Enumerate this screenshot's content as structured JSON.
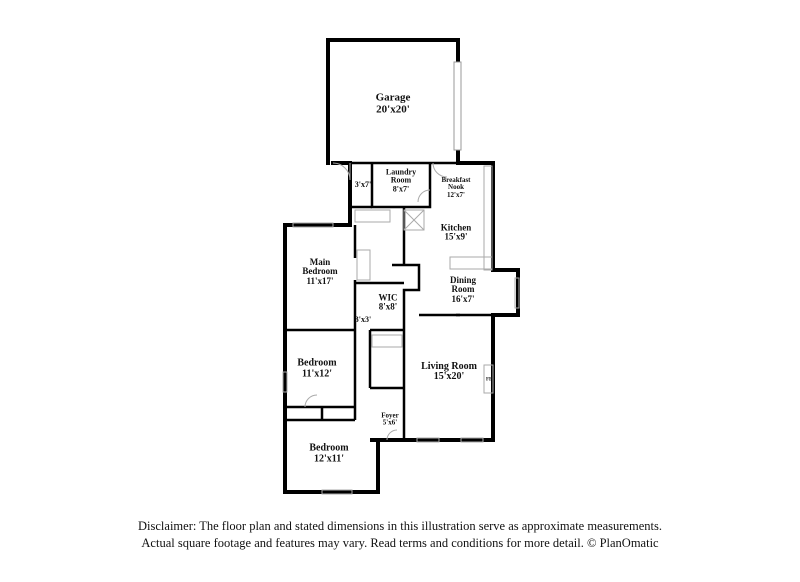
{
  "rooms": {
    "garage": {
      "name": "Garage",
      "dims": "20'x20'"
    },
    "hall_3x7": {
      "dims": "3'x7'"
    },
    "laundry": {
      "name": "Laundry Room",
      "dims": "8'x7'"
    },
    "breakfast": {
      "name": "Breakfast Nook",
      "dims": "12'x7'"
    },
    "kitchen": {
      "name": "Kitchen",
      "dims": "15'x9'"
    },
    "main_bedroom": {
      "name": "Main Bedroom",
      "dims": "11'x17'"
    },
    "dining": {
      "name": "Dining Room",
      "dims": "16'x7'"
    },
    "wic": {
      "name": "WIC",
      "dims": "8'x8'"
    },
    "closet_3x3": {
      "dims": "3'x3'"
    },
    "bedroom2": {
      "name": "Bedroom",
      "dims": "11'x12'"
    },
    "living": {
      "name": "Living Room",
      "dims": "15'x20'"
    },
    "fireplace": {
      "name": "FP"
    },
    "foyer": {
      "name": "Foyer",
      "dims": "5'x6'"
    },
    "bedroom3": {
      "name": "Bedroom",
      "dims": "12'x11'"
    }
  },
  "disclaimer": {
    "line1": "Disclaimer: The floor plan and stated dimensions in this illustration serve as approximate measurements.",
    "line2": "Actual square footage and features may vary. Read terms and conditions for more detail. © PlanOmatic"
  }
}
